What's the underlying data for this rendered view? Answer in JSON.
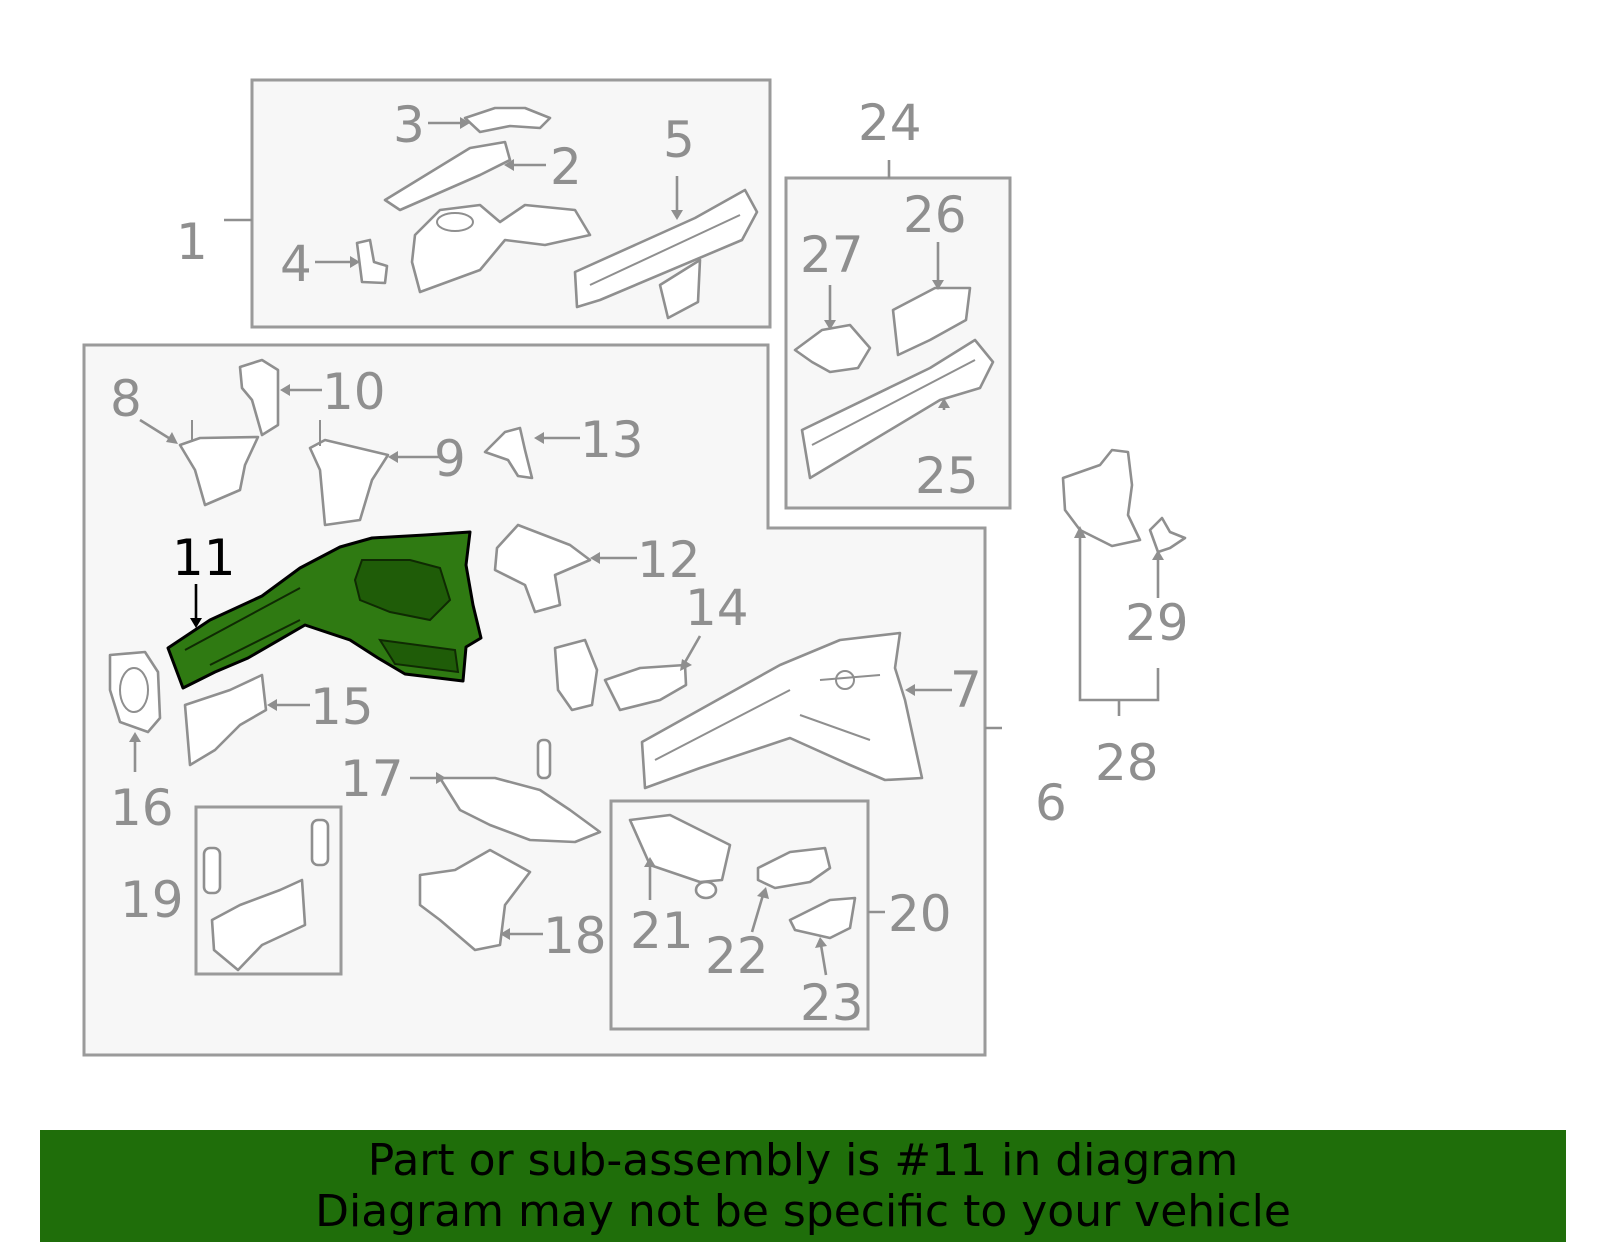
{
  "callouts": {
    "c1": "1",
    "c2": "2",
    "c3": "3",
    "c4": "4",
    "c5": "5",
    "c6": "6",
    "c7": "7",
    "c8": "8",
    "c9": "9",
    "c10": "10",
    "c11": "11",
    "c12": "12",
    "c13": "13",
    "c14": "14",
    "c15": "15",
    "c16": "16",
    "c17": "17",
    "c18": "18",
    "c19": "19",
    "c20": "20",
    "c21": "21",
    "c22": "22",
    "c23": "23",
    "c24": "24",
    "c25": "25",
    "c26": "26",
    "c27": "27",
    "c28": "28",
    "c29": "29"
  },
  "highlighted_part": "11",
  "colors": {
    "highlight_fill": "#2f7a12",
    "banner_background": "#1f6e0a",
    "line_art": "#8f8f8f",
    "frame_fill": "#f7f7f7"
  },
  "banner": {
    "line1": "Part or sub-assembly is #11 in diagram",
    "line2": "Diagram may not be specific to your vehicle"
  }
}
